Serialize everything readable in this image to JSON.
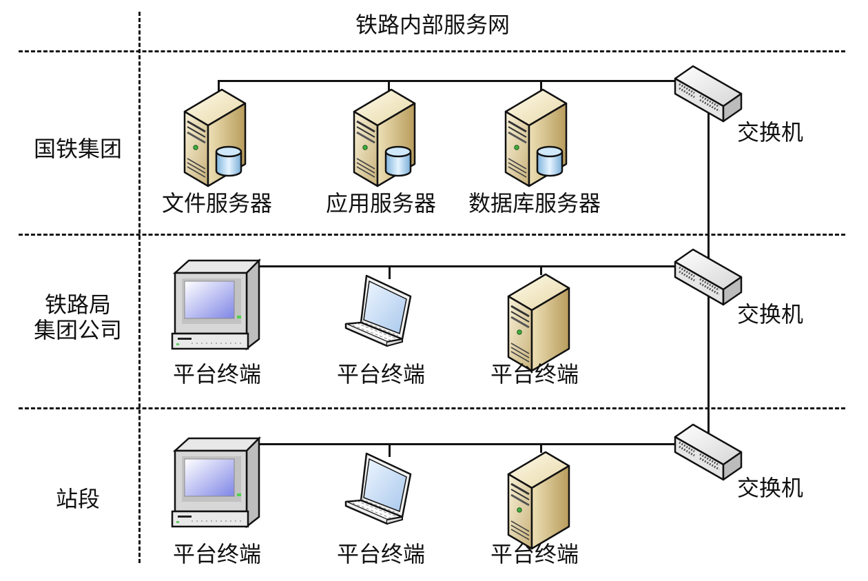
{
  "title": "铁路内部服务网",
  "zones": [
    {
      "label": "国铁集团",
      "devices": [
        "文件服务器",
        "应用服务器",
        "数据库服务器"
      ],
      "switch": "交换机"
    },
    {
      "label": "铁路局\n集团公司",
      "label_lines": [
        "铁路局",
        "集团公司"
      ],
      "devices": [
        "平台终端",
        "平台终端",
        "平台终端"
      ],
      "switch": "交换机"
    },
    {
      "label": "站段",
      "devices": [
        "平台终端",
        "平台终端",
        "平台终端"
      ],
      "switch": "交换机"
    }
  ]
}
